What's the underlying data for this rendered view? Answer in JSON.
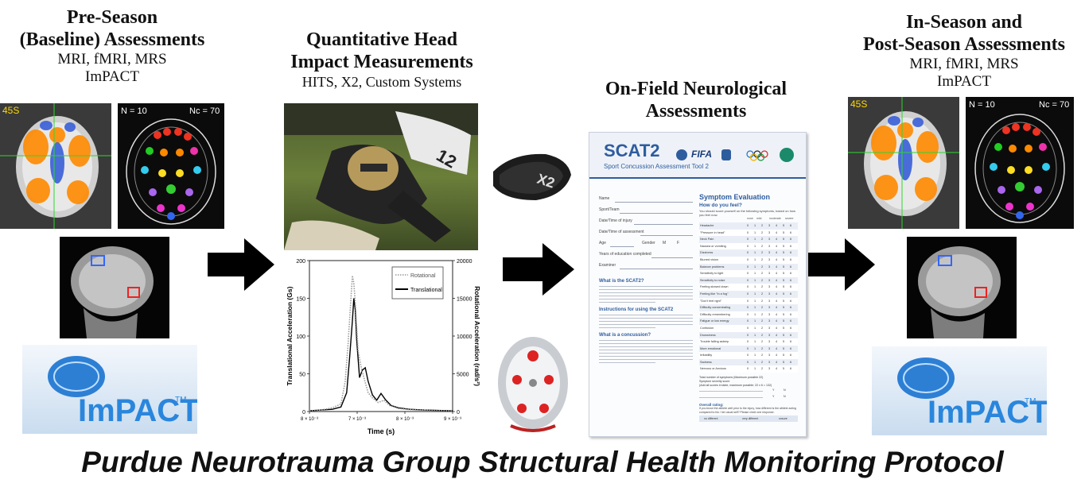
{
  "stages": [
    {
      "title_lines": [
        "Pre-Season",
        "(Baseline) Assessments"
      ],
      "sub_lines": [
        "MRI, fMRI, MRS",
        "ImPACT"
      ]
    },
    {
      "title_lines": [
        "Quantitative Head",
        "Impact Measurements"
      ],
      "sub_lines": [
        "HITS, X2, Custom Systems"
      ]
    },
    {
      "title_lines": [
        "On-Field Neurological",
        "Assessments"
      ],
      "sub_lines": []
    },
    {
      "title_lines": [
        "In-Season and",
        "Post-Season Assessments"
      ],
      "sub_lines": [
        "MRI, fMRI, MRS",
        "ImPACT"
      ]
    }
  ],
  "brain_panel": {
    "left_label": "45S",
    "n_label": "N = 10",
    "nc_label": "Nc = 70"
  },
  "impact_logo": {
    "text": "ImPACT",
    "tm": "TM"
  },
  "sensor_label": "X2",
  "chart_data": {
    "type": "line",
    "x_ticks": [
      "8 × 10⁻³",
      "7 × 10⁻³",
      "8 × 10⁻³",
      "9 × 10⁻³"
    ],
    "y_left_ticks": [
      "0",
      "50",
      "100",
      "150",
      "200"
    ],
    "y_right_ticks": [
      "0",
      "5000",
      "10000",
      "15000",
      "20000"
    ],
    "xlabel": "Time (s)",
    "ylabel_left": "Translational Acceleration (Gs)",
    "ylabel_right": "Rotational Acceleration (rad/s²)",
    "ylim_left": [
      0,
      200
    ],
    "ylim_right": [
      0,
      20000
    ],
    "legend": [
      "Rotational",
      "Translational"
    ],
    "series": [
      {
        "name": "Translational",
        "style": "solid",
        "points": [
          [
            0.0,
            1
          ],
          [
            0.08,
            2
          ],
          [
            0.16,
            3
          ],
          [
            0.22,
            6
          ],
          [
            0.26,
            25
          ],
          [
            0.28,
            70
          ],
          [
            0.3,
            120
          ],
          [
            0.31,
            150
          ],
          [
            0.32,
            135
          ],
          [
            0.33,
            95
          ],
          [
            0.35,
            45
          ],
          [
            0.37,
            55
          ],
          [
            0.39,
            58
          ],
          [
            0.41,
            40
          ],
          [
            0.44,
            22
          ],
          [
            0.47,
            15
          ],
          [
            0.5,
            24
          ],
          [
            0.53,
            16
          ],
          [
            0.57,
            8
          ],
          [
            0.62,
            5
          ],
          [
            0.7,
            3
          ],
          [
            0.8,
            2
          ],
          [
            1.0,
            1
          ]
        ]
      },
      {
        "name": "Rotational",
        "style": "dotted",
        "points": [
          [
            0.0,
            100
          ],
          [
            0.08,
            200
          ],
          [
            0.16,
            500
          ],
          [
            0.22,
            1000
          ],
          [
            0.25,
            4000
          ],
          [
            0.27,
            9000
          ],
          [
            0.29,
            15000
          ],
          [
            0.3,
            18000
          ],
          [
            0.31,
            17000
          ],
          [
            0.32,
            14500
          ],
          [
            0.34,
            8000
          ],
          [
            0.36,
            6000
          ],
          [
            0.38,
            4500
          ],
          [
            0.41,
            2500
          ],
          [
            0.44,
            1800
          ],
          [
            0.48,
            1200
          ],
          [
            0.52,
            1500
          ],
          [
            0.56,
            800
          ],
          [
            0.62,
            400
          ],
          [
            0.7,
            250
          ],
          [
            0.85,
            150
          ],
          [
            1.0,
            100
          ]
        ]
      }
    ]
  },
  "scat": {
    "logo_title": "SCAT2",
    "logo_sub": "Sport Concussion Assessment Tool 2",
    "partners": [
      "FIFA"
    ],
    "form_fields": [
      "Name",
      "Sport/Team",
      "Date/Time of injury",
      "Date/Time of assessment",
      "Age",
      "Gender",
      "Years of education completed",
      "Examiner"
    ],
    "gender_options": [
      "M",
      "F"
    ],
    "sections": [
      {
        "title": "What is the SCAT2?",
        "lines": 6
      },
      {
        "title": "Instructions for using the SCAT2",
        "lines": 5
      },
      {
        "title": "What is a concussion?",
        "lines": 8
      }
    ],
    "symptom_title": "Symptom Evaluation",
    "symptom_question": "How do you feel?",
    "symptom_intro": "You should score yourself on the following symptoms, based on how you feel now.",
    "scale_header": [
      "none",
      "mild",
      "moderate",
      "severe"
    ],
    "scale": [
      "0",
      "1",
      "2",
      "3",
      "4",
      "5",
      "6"
    ],
    "symptoms": [
      "Headache",
      "\"Pressure in head\"",
      "Neck Pain",
      "Nausea or vomiting",
      "Dizziness",
      "Blurred vision",
      "Balance problems",
      "Sensitivity to light",
      "Sensitivity to noise",
      "Feeling slowed down",
      "Feeling like \"in a fog\"",
      "\"Don't feel right\"",
      "Difficulty concentrating",
      "Difficulty remembering",
      "Fatigue or low energy",
      "Confusion",
      "Drowsiness",
      "Trouble falling asleep",
      "More emotional",
      "Irritability",
      "Sadness",
      "Nervous or Anxious"
    ],
    "totals": [
      "Total number of symptoms (Maximum possible 22)",
      "Symptom severity score",
      "(Add all scores in table, maximum possible: 22 x 6 = 132)"
    ],
    "yn": [
      "Y",
      "N"
    ],
    "footer_lines": [
      "Overall rating:",
      "If you know the athlete well prior to the injury, how different is the athlete acting compared to his / her usual self? Please circle one response."
    ],
    "rating": [
      "no different",
      "very different",
      "unsure"
    ]
  },
  "footer": "Purdue Neurotrauma Group Structural Health Monitoring Protocol",
  "colors": {
    "arrow": "#000000",
    "scat_blue": "#2e5d9e",
    "impact_blue": "#1a7fd0"
  }
}
